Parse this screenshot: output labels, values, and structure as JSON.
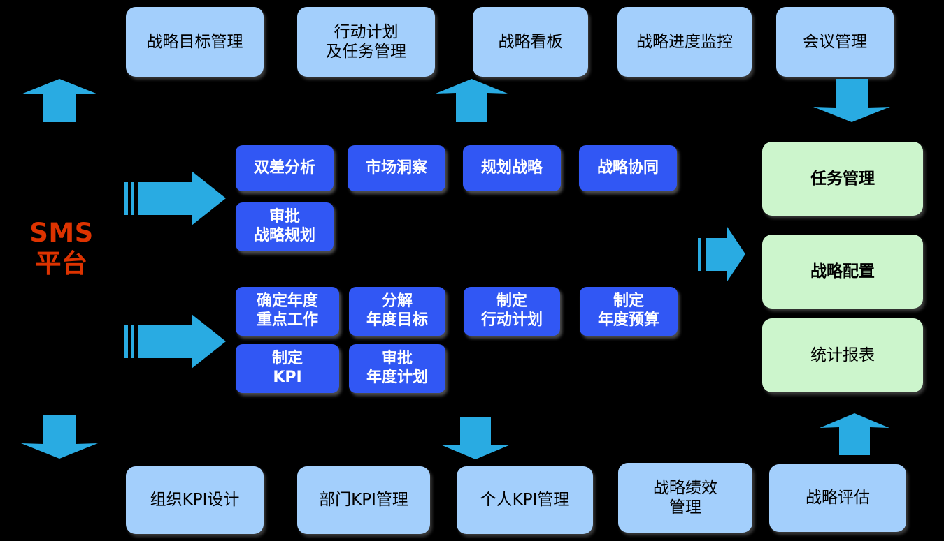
{
  "diagram": {
    "title_label": "SMS\n平台",
    "accent_colors": {
      "arrow_blue": "#29ABE2",
      "process_blue": "#3157F4",
      "module_light_blue": "#A3CFFC",
      "output_green": "#CCF5CC",
      "title_orange": "#DD3300",
      "background": "#000000"
    }
  },
  "top_modules": [
    {
      "label": "战略目标管理"
    },
    {
      "label": "行动计划\n及任务管理"
    },
    {
      "label": "战略看板"
    },
    {
      "label": "战略进度监控"
    },
    {
      "label": "会议管理"
    }
  ],
  "strategy_row": {
    "primary": [
      {
        "label": "双差分析"
      },
      {
        "label": "市场洞察"
      },
      {
        "label": "规划战略"
      },
      {
        "label": "战略协同"
      }
    ],
    "secondary": [
      {
        "label": "审批\n战略规划"
      }
    ]
  },
  "annual_row": {
    "primary": [
      {
        "label": "确定年度\n重点工作"
      },
      {
        "label": "分解\n年度目标"
      },
      {
        "label": "制定\n行动计划"
      },
      {
        "label": "制定\n年度预算"
      }
    ],
    "secondary": [
      {
        "label": "制定\nKPI"
      },
      {
        "label": "审批\n年度计划"
      }
    ]
  },
  "right_outputs": [
    {
      "label": "任务管理"
    },
    {
      "label": "战略配置"
    },
    {
      "label": "统计报表"
    }
  ],
  "bottom_modules": [
    {
      "label": "组织KPI设计"
    },
    {
      "label": "部门KPI管理"
    },
    {
      "label": "个人KPI管理"
    },
    {
      "label": "战略绩效\n管理"
    },
    {
      "label": "战略评估"
    }
  ],
  "arrows": [
    {
      "name": "arrow-up-left-top",
      "direction": "up"
    },
    {
      "name": "arrow-up-center-top",
      "direction": "up"
    },
    {
      "name": "arrow-down-right-top",
      "direction": "down"
    },
    {
      "name": "arrow-right-strategy",
      "direction": "right"
    },
    {
      "name": "arrow-right-annual",
      "direction": "right"
    },
    {
      "name": "arrow-right-outputs",
      "direction": "right"
    },
    {
      "name": "arrow-down-left-bottom",
      "direction": "down"
    },
    {
      "name": "arrow-down-center-bottom",
      "direction": "down"
    },
    {
      "name": "arrow-up-right-bottom",
      "direction": "up"
    }
  ]
}
